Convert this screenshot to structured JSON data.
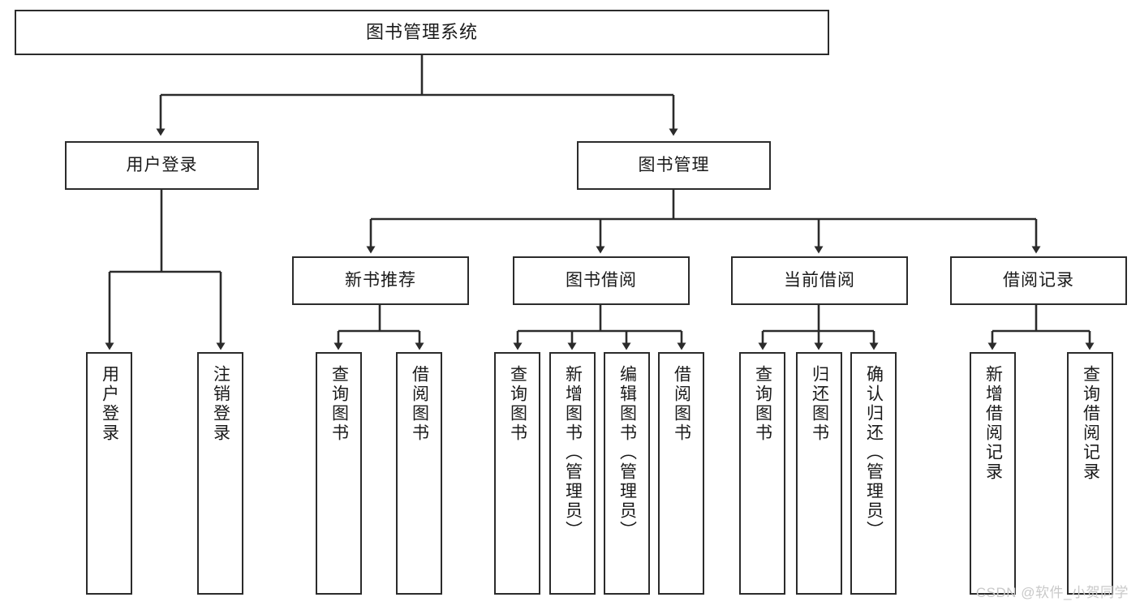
{
  "diagram": {
    "type": "tree",
    "title": "图书管理系统",
    "root": {
      "label": "图书管理系统"
    },
    "level2": [
      {
        "label": "用户登录"
      },
      {
        "label": "图书管理"
      }
    ],
    "level3": [
      {
        "label": "新书推荐"
      },
      {
        "label": "图书借阅"
      },
      {
        "label": "当前借阅"
      },
      {
        "label": "借阅记录"
      }
    ],
    "leaves": {
      "user_login": [
        {
          "label": "用户登录"
        },
        {
          "label": "注销登录"
        }
      ],
      "new_book": [
        {
          "label": "查询图书"
        },
        {
          "label": "借阅图书"
        }
      ],
      "book_borrow": [
        {
          "label": "查询图书"
        },
        {
          "label": "新增图书（管理员）"
        },
        {
          "label": "编辑图书（管理员）"
        },
        {
          "label": "借阅图书"
        }
      ],
      "current_borrow": [
        {
          "label": "查询图书"
        },
        {
          "label": "归还图书"
        },
        {
          "label": "确认归还（管理员）"
        }
      ],
      "borrow_record": [
        {
          "label": "新增借阅记录"
        },
        {
          "label": "查询借阅记录"
        }
      ]
    }
  },
  "watermark": {
    "text": "CSDN @软件_小贺同学"
  },
  "colors": {
    "border": "#2b2b2b",
    "background": "#ffffff",
    "text": "#1a1a1a",
    "watermark": "#c9c9c9"
  }
}
